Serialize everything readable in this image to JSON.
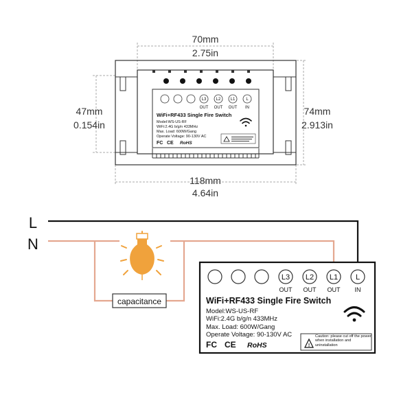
{
  "dimensions": {
    "width_mm": "70mm",
    "width_in": "2.75in",
    "height_mm": "47mm",
    "height_in": "0.154in",
    "outer_height_mm": "74mm",
    "outer_height_in": "2.913in",
    "outer_width_mm": "118mm",
    "outer_width_in": "4.64in"
  },
  "module": {
    "terminals": [
      "L3",
      "L2",
      "L1",
      "L"
    ],
    "terminal_subs": [
      "OUT",
      "OUT",
      "OUT",
      "IN"
    ],
    "title": "WiFi+RF433 Single Fire Switch",
    "model": "Model:WS-US-RF",
    "wifi_spec": "WiFi:2.4G b/g/n 433MHz",
    "max_load": "Max. Load: 600W/Gang",
    "voltage": "Operate Voltage: 90-130V AC",
    "caution": "Caution: please cut off the power when installation and uninstallation",
    "cert_fc": "FC",
    "cert_ce": "CE",
    "cert_rohs": "RoHS"
  },
  "wiring": {
    "line_label": "L",
    "neutral_label": "N",
    "capacitance_label": "capacitance"
  },
  "colors": {
    "line_wire": "#111111",
    "neutral_wire": "#e4a78f",
    "bulb": "#f0a23c"
  }
}
